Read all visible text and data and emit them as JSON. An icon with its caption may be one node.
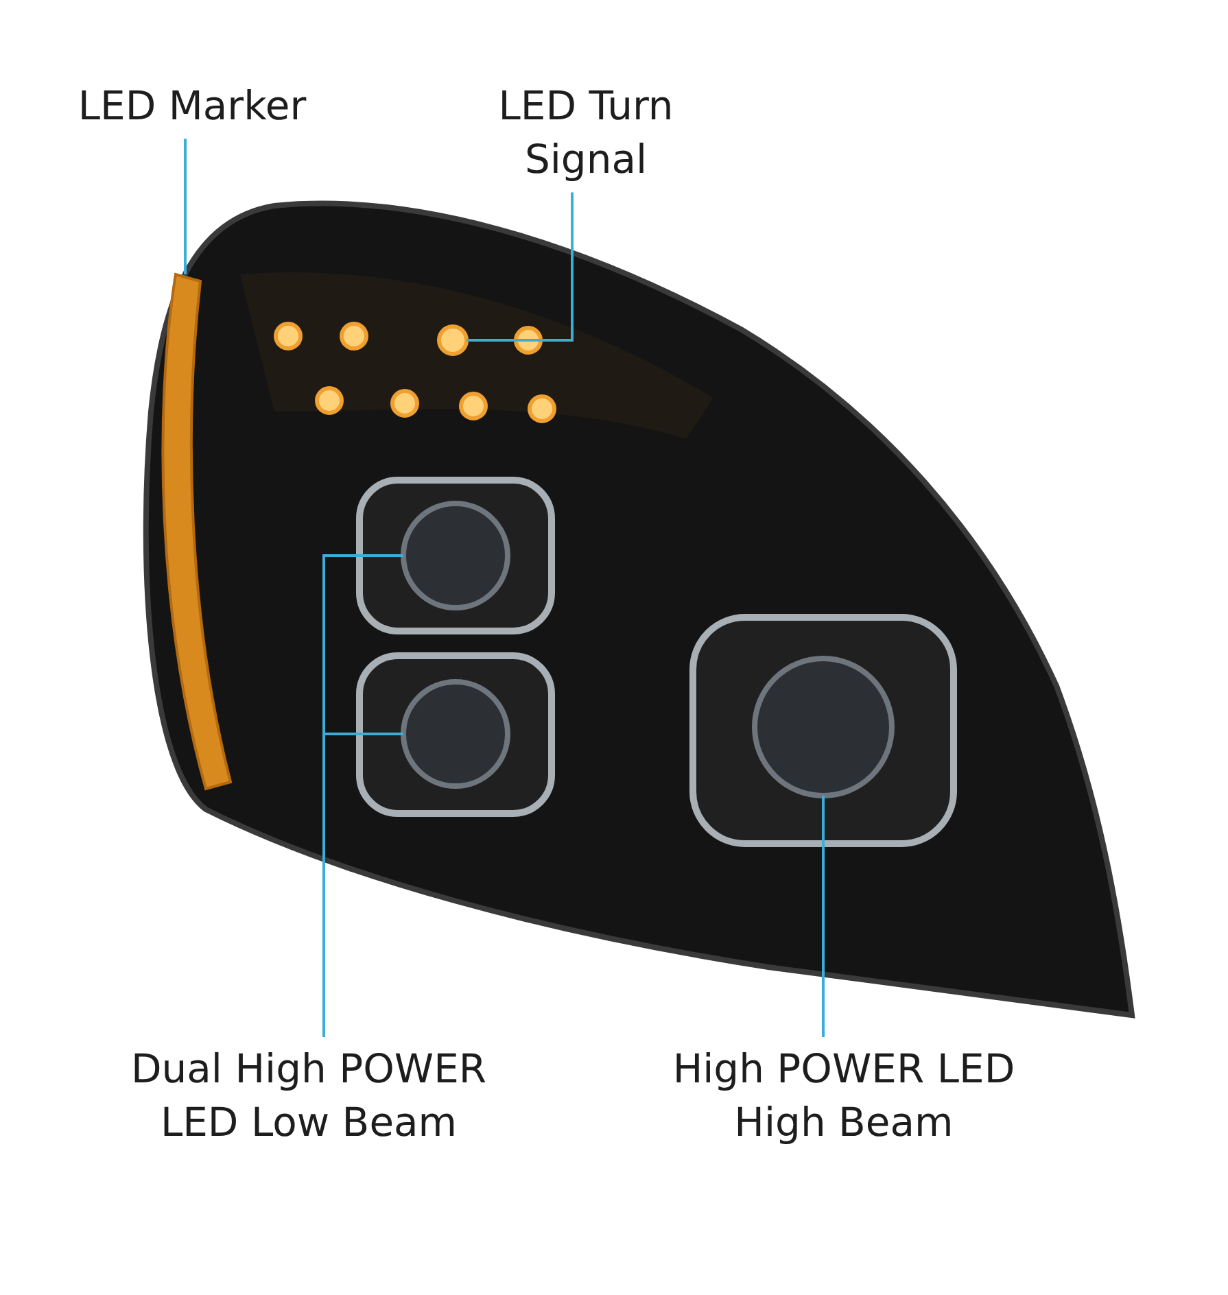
{
  "diagram": {
    "nodes": [
      {
        "text": [
          "LED Marker"
        ]
      },
      {
        "text": [
          "LED Turn Signal"
        ]
      },
      {
        "text": [],
        "shape": "bar"
      },
      {
        "text": [],
        "shape": "circle"
      },
      {
        "text": [],
        "shape": "circle"
      },
      {
        "text": [],
        "shape": "circle"
      },
      {
        "text": [],
        "shape": "circle"
      },
      {
        "text": [
          "Dual High POWER LED Low Beam"
        ]
      },
      {
        "text": [
          "High POWER LED High Beam"
        ]
      }
    ],
    "edges": [
      {
        "from": 0,
        "to": 2,
        "arrow": "none"
      },
      {
        "from": 1,
        "to": 3,
        "arrow": "none"
      },
      {
        "from": 7,
        "to": 4,
        "arrow": "none"
      },
      {
        "from": 7,
        "to": 5,
        "arrow": "none"
      },
      {
        "from": 8,
        "to": 6,
        "arrow": "none"
      }
    ]
  }
}
